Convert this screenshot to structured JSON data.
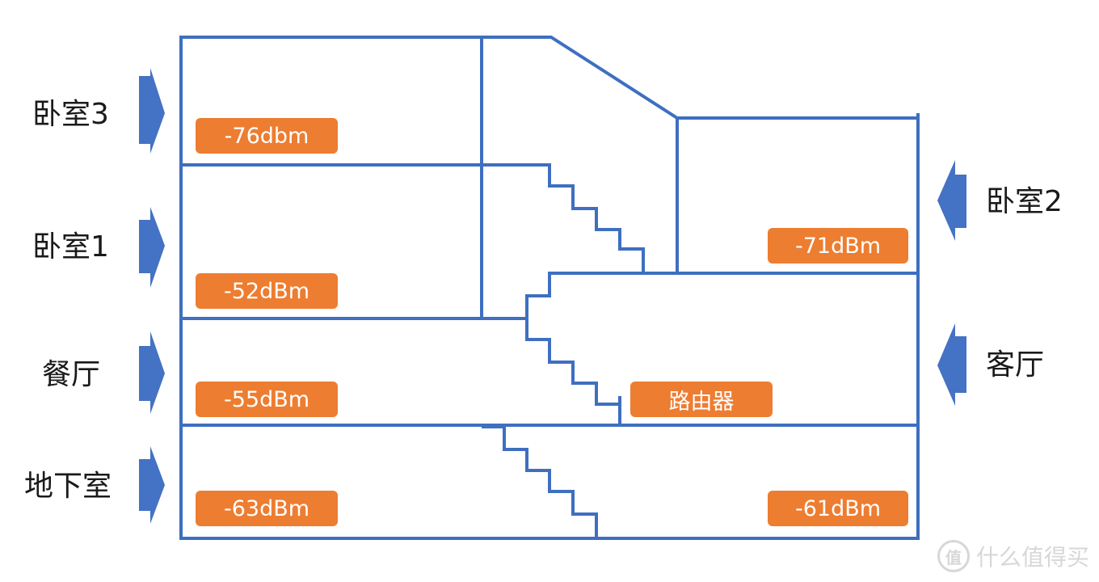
{
  "floors": {
    "bedroom3": {
      "name": "卧室3",
      "signal": "-76dbm"
    },
    "bedroom1": {
      "name": "卧室1",
      "signal": "-52dBm"
    },
    "bedroom2": {
      "name": "卧室2",
      "signal": "-71dBm"
    },
    "dining": {
      "name": "餐厅",
      "signal": "-55dBm"
    },
    "living": {
      "name": "客厅"
    },
    "router": {
      "label": "路由器"
    },
    "basement": {
      "name": "地下室",
      "signal_left": "-63dBm",
      "signal_right": "-61dBm"
    }
  },
  "colors": {
    "wall": "#3e6fc0",
    "arrow": "#4472c4",
    "badge": "#ed7d31",
    "badge_text": "#ffffff"
  },
  "watermark": {
    "logo": "值",
    "text": "什么值得买"
  }
}
